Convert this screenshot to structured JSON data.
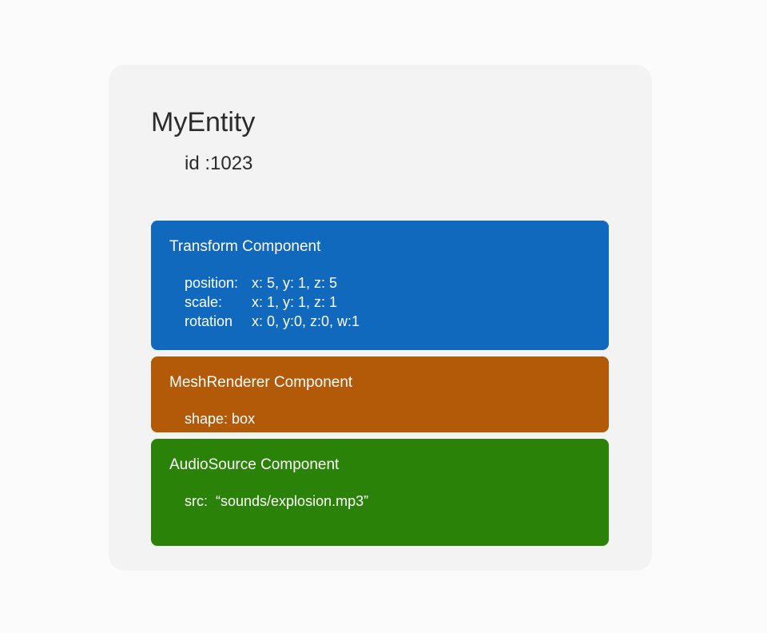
{
  "card": {
    "title": "MyEntity",
    "id_label": "id :1023",
    "background_color": "#f4f3f4",
    "page_background_color": "#fbfbfb"
  },
  "components": [
    {
      "name": "Transform Component",
      "color": "#1069bc",
      "rows": [
        {
          "label": "position:",
          "value": "x: 5, y: 1, z: 5"
        },
        {
          "label": "scale:",
          "value": "x: 1, y: 1, z: 1"
        },
        {
          "label": "rotation",
          "value": "x: 0, y:0, z:0, w:1"
        }
      ]
    },
    {
      "name": "MeshRenderer Component",
      "color": "#b35a08",
      "single_row": "shape: box"
    },
    {
      "name": "AudioSource Component",
      "color": "#2b8209",
      "single_row": "src:  “sounds/explosion.mp3”"
    }
  ]
}
